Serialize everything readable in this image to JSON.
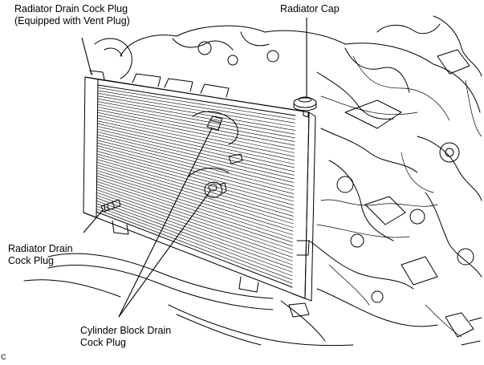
{
  "labels": {
    "drain_cock_plug_vent_line1": "Radiator Drain Cock Plug",
    "drain_cock_plug_vent_line2": "(Equipped with Vent Plug)",
    "radiator_cap": "Radiator Cap",
    "radiator_drain_line1": "Radiator Drain",
    "radiator_drain_line2": "Cock Plug",
    "cylinder_block_line1": "Cylinder Block Drain",
    "cylinder_block_line2": "Cock Plug",
    "corner_code": "C"
  }
}
